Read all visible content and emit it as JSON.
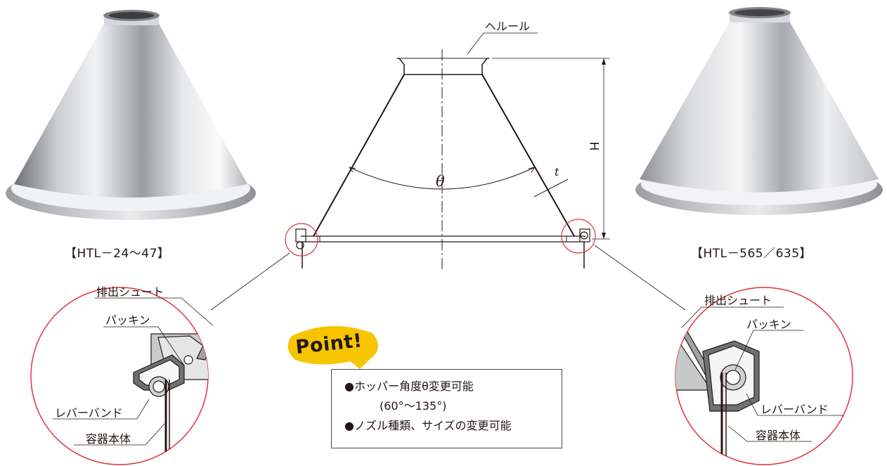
{
  "photos": {
    "left_caption": "【HTL－24～47】",
    "right_caption": "【HTL－565／635】"
  },
  "drawing": {
    "ferrule_label": "ヘルール",
    "angle_label": "θ",
    "height_label": "H",
    "thickness_label": "t"
  },
  "left_detail": {
    "chute_label": "排出シュート",
    "packing_label": "パッキン",
    "lever_band_label": "レバーバンド",
    "container_label": "容器本体"
  },
  "right_detail": {
    "chute_label": "排出シュート",
    "packing_label": "パッキン",
    "lever_band_label": "レバーバンド",
    "container_label": "容器本体"
  },
  "point": {
    "badge": "Point!",
    "line1": "●ホッパー角度θ変更可能",
    "line2": "(60°～135°)",
    "line3": "●ノズル種類、サイズの変更可能"
  },
  "colors": {
    "circle_red": "#e0323c",
    "badge_yellow": "#f7c400",
    "line": "#231815"
  }
}
